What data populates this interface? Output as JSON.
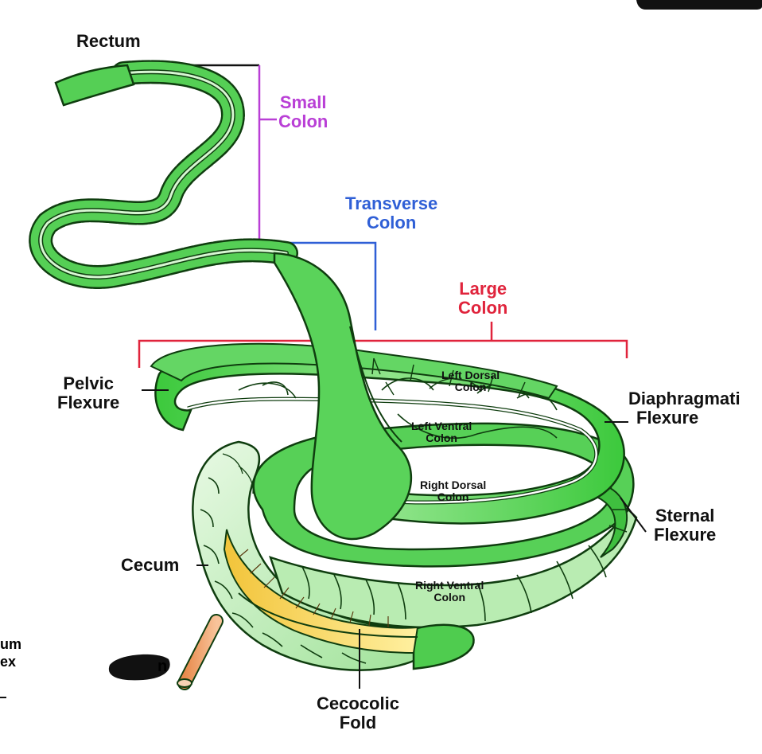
{
  "labels": {
    "rectum": "Rectum",
    "small_colon": [
      "Small",
      "Colon"
    ],
    "transverse_colon": [
      "Transverse",
      "Colon"
    ],
    "large_colon": [
      "Large",
      "Colon"
    ],
    "pelvic_flexure": [
      "Pelvic",
      "Flexure"
    ],
    "diaphragmatic_flexure": [
      "Diaphragmati",
      "Flexure"
    ],
    "left_dorsal_colon": [
      "Left Dorsal",
      "Colon"
    ],
    "left_ventral_colon": [
      "Left Ventral",
      "Colon"
    ],
    "right_dorsal_colon": [
      "Right Dorsal",
      "Colon"
    ],
    "sternal_flexure": [
      "Sternal",
      "Flexure"
    ],
    "cecum": "Cecum",
    "right_ventral_colon": [
      "Right Ventral",
      "Colon"
    ],
    "cecocolic_fold": [
      "Cecocolic",
      "Fold"
    ],
    "cut_left_1": "um",
    "cut_left_2": "ex",
    "cut_ileum": "n"
  },
  "colors": {
    "small_colon": "#b93fd6",
    "transverse_colon": "#2f5fd6",
    "large_colon": "#e0243c",
    "colon_fill": "#5fd45f",
    "colon_light": "#c9f0c4",
    "colon_outline": "#0f3d0f",
    "fold": "#f7d24a"
  }
}
